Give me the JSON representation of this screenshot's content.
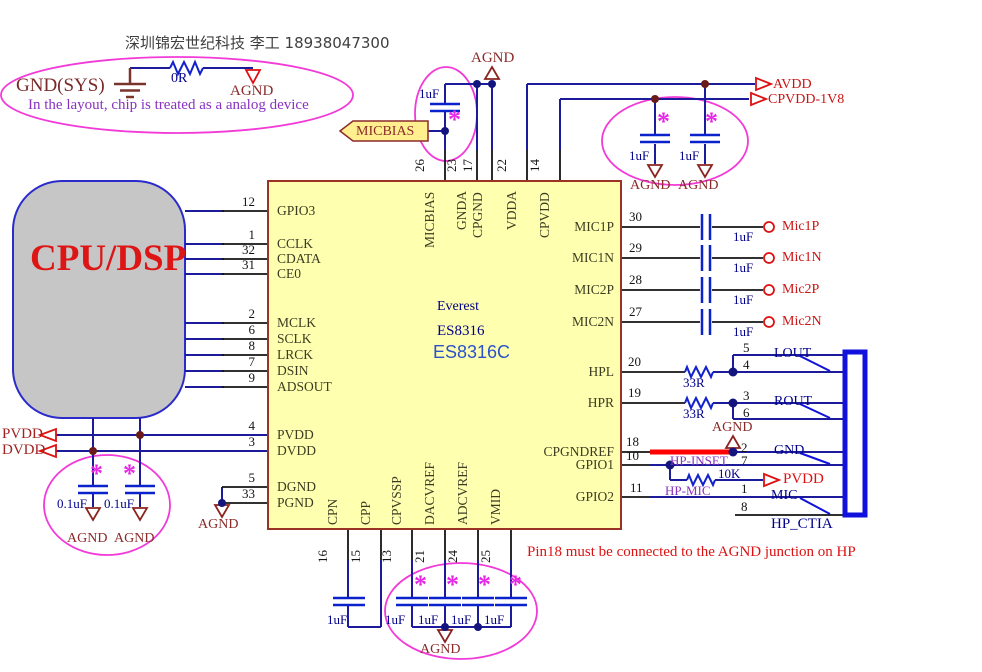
{
  "header": {
    "title": "深圳锦宏世纪科技 李工 18938047300"
  },
  "notes": {
    "gnd_sys": "GND(SYS)",
    "layout": "In the layout, chip is treated as a analog device",
    "pin18": "Pin18 must be connected to the AGND junction on HP"
  },
  "cpu": {
    "label": "CPU/DSP"
  },
  "chip": {
    "vendor": "Everest",
    "part": "ES8316",
    "variant": "ES8316C",
    "left_pins": [
      {
        "num": "12",
        "name": "GPIO3"
      },
      {
        "num": "1",
        "name": "CCLK"
      },
      {
        "num": "32",
        "name": "CDATA"
      },
      {
        "num": "31",
        "name": "CE0"
      },
      {
        "num": "2",
        "name": "MCLK"
      },
      {
        "num": "6",
        "name": "SCLK"
      },
      {
        "num": "8",
        "name": "LRCK"
      },
      {
        "num": "7",
        "name": "DSIN"
      },
      {
        "num": "9",
        "name": "ADSOUT"
      },
      {
        "num": "4",
        "name": "PVDD"
      },
      {
        "num": "3",
        "name": "DVDD"
      },
      {
        "num": "5",
        "name": "DGND"
      },
      {
        "num": "33",
        "name": "PGND"
      }
    ],
    "top_pins": [
      {
        "num": "26",
        "name": "MICBIAS"
      },
      {
        "num": "23",
        "name": "GNDA"
      },
      {
        "num": "17",
        "name": "CPGND"
      },
      {
        "num": "22",
        "name": "VDDA"
      },
      {
        "num": "14",
        "name": "CPVDD"
      }
    ],
    "right_pins": [
      {
        "num": "30",
        "name": "MIC1P"
      },
      {
        "num": "29",
        "name": "MIC1N"
      },
      {
        "num": "28",
        "name": "MIC2P"
      },
      {
        "num": "27",
        "name": "MIC2N"
      },
      {
        "num": "20",
        "name": "HPL"
      },
      {
        "num": "19",
        "name": "HPR"
      },
      {
        "num": "18",
        "name": "CPGNDREF"
      },
      {
        "num": "10",
        "name": "GPIO1"
      },
      {
        "num": "11",
        "name": "GPIO2"
      }
    ],
    "bottom_pins": [
      {
        "num": "16",
        "name": "CPN"
      },
      {
        "num": "15",
        "name": "CPP"
      },
      {
        "num": "13",
        "name": "CPVSSP"
      },
      {
        "num": "21",
        "name": "DACVREF"
      },
      {
        "num": "24",
        "name": "ADCVREF"
      },
      {
        "num": "25",
        "name": "VMID"
      }
    ]
  },
  "flags": {
    "agnd": "AGND",
    "avdd": "AVDD",
    "cpvdd_1v8": "CPVDD-1V8",
    "pvdd": "PVDD",
    "dvdd": "DVDD",
    "micbias": "MICBIAS"
  },
  "mic_ports": [
    "Mic1P",
    "Mic1N",
    "Mic2P",
    "Mic2N"
  ],
  "hp": {
    "lout": "LOUT",
    "rout": "ROUT",
    "gnd": "GND",
    "mic": "MIC",
    "connector": "HP_CTIA",
    "inset": "HP-INSET",
    "hpmic": "HP-MIC",
    "pin_numbers": [
      "5",
      "4",
      "3",
      "6",
      "2",
      "7",
      "1",
      "8"
    ]
  },
  "values": {
    "c1uf": "1uF",
    "c01uf": "0.1uF",
    "r0": "0R",
    "r33": "33R",
    "r10k": "10K"
  },
  "marks": {
    "asterisk": "*"
  },
  "colors": {
    "chip_fill": "#ffffb0",
    "chip_border": "#9a3324",
    "wire_blue": "#1b1b9b",
    "highlight_red": "#ff0000",
    "annotation_magenta": "#f23ad8",
    "net_red": "#cc1414",
    "ground_maroon": "#8b2a2a"
  }
}
